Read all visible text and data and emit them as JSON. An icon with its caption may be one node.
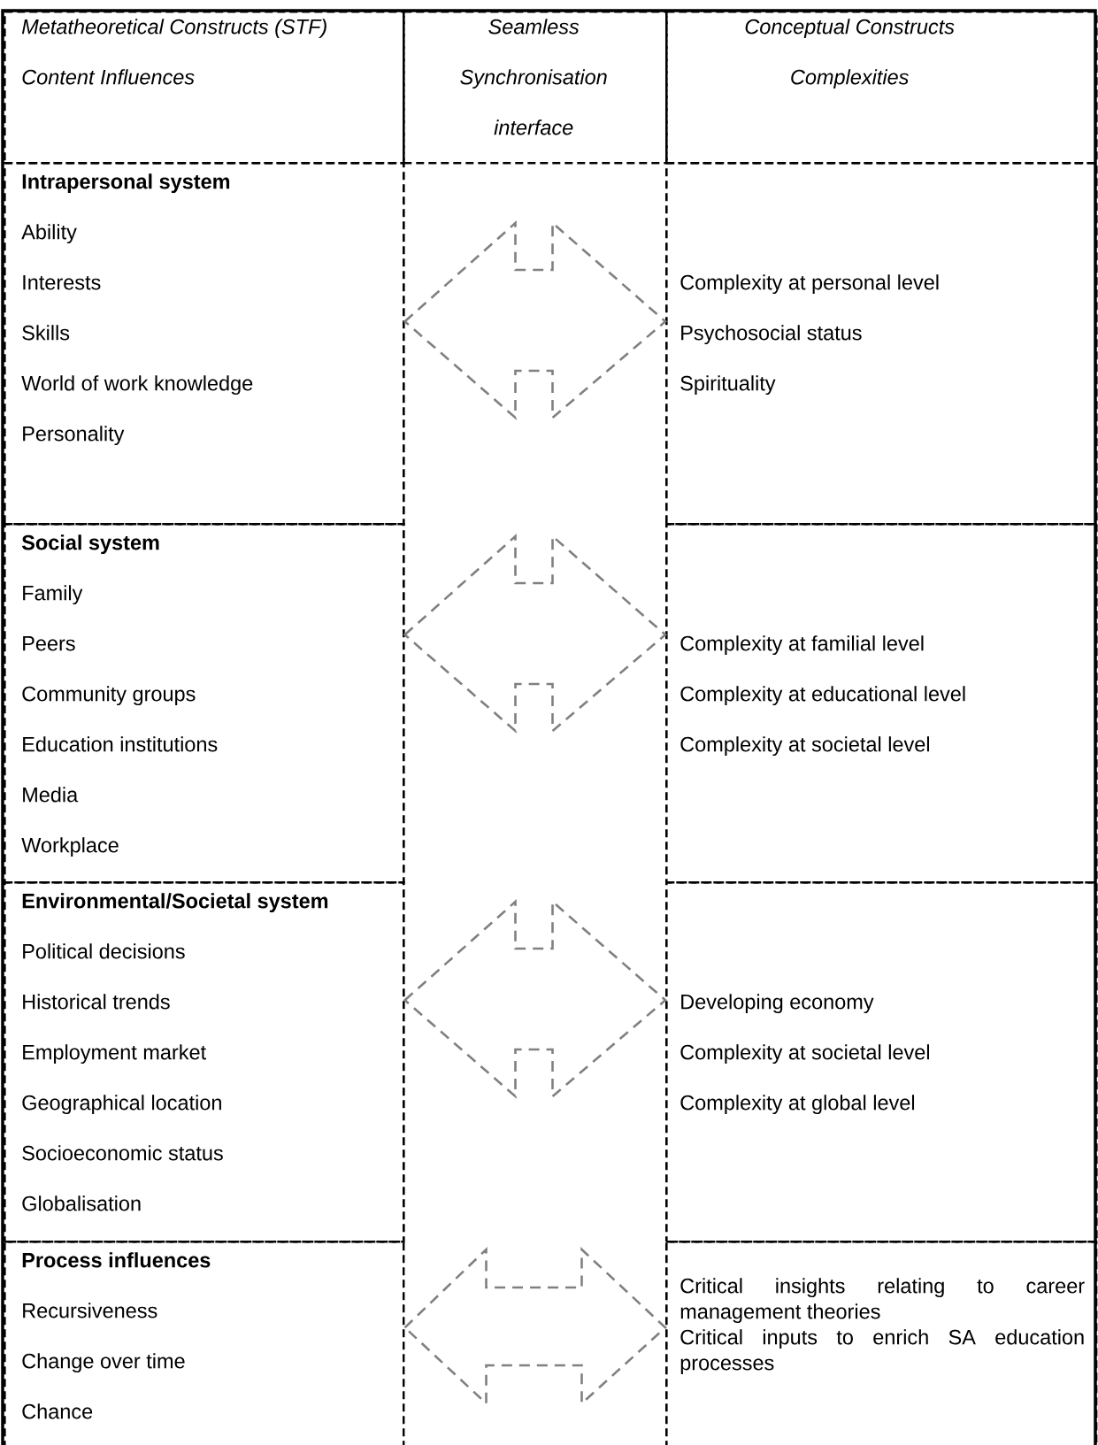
{
  "diagram": {
    "nodes": [
      {
        "text": [
          "Metatheoretical Constructs (STF)",
          "Content Influences"
        ]
      },
      {
        "text": [
          "Seamless Synchronisation interface"
        ]
      },
      {
        "text": [
          "Conceptual Constructs",
          "Complexities"
        ]
      },
      {
        "text": [
          "Intrapersonal system",
          "Ability",
          "Interests",
          "Skills",
          "World of work knowledge",
          "Personality"
        ]
      },
      {
        "text": [
          "Complexity at personal level",
          "Psychosocial status",
          "Spirituality"
        ]
      },
      {
        "text": [
          "Social system",
          "Family",
          "Peers",
          "Community groups",
          "Education institutions",
          "Media",
          "Workplace"
        ]
      },
      {
        "text": [
          "Complexity at familial level",
          "Complexity at educational level",
          "Complexity at societal level"
        ]
      },
      {
        "text": [
          "Environmental/Societal system",
          "Political decisions",
          "Historical trends",
          "Employment market",
          "Geographical location",
          "Socioeconomic status",
          "Globalisation"
        ]
      },
      {
        "text": [
          "Developing economy",
          "Complexity at societal level",
          "Complexity at global level"
        ]
      },
      {
        "text": [
          "Process influences",
          "Recursiveness",
          "Change over time",
          "Chance"
        ]
      },
      {
        "text": [
          "Critical insights relating to career management theories",
          "Critical inputs to enrich SA education processes"
        ]
      }
    ],
    "edges": [
      {
        "from": 3,
        "to": 4,
        "arrow": "both",
        "style": "dashed",
        "color": "#808080"
      },
      {
        "from": 5,
        "to": 6,
        "arrow": "both",
        "style": "dashed",
        "color": "#808080"
      },
      {
        "from": 7,
        "to": 8,
        "arrow": "both",
        "style": "dashed",
        "color": "#808080"
      },
      {
        "from": 9,
        "to": 10,
        "arrow": "both",
        "style": "dashed",
        "color": "#808080"
      }
    ]
  }
}
